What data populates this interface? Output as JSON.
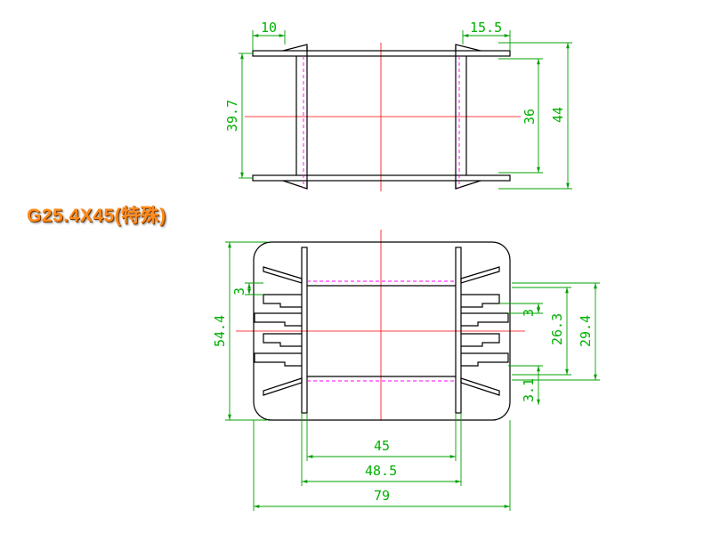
{
  "title": "G25.4X45(特殊)",
  "colors": {
    "outline": "#000000",
    "centerline": "#ff0000",
    "hidden_line": "#ff00ff",
    "dimension": "#00a000",
    "title": "#ff8a1a"
  },
  "top_view_dims": {
    "left_flange": "10",
    "right_flange": "15.5",
    "inner_height": "39.7",
    "window_height": "36",
    "overall_height": "44"
  },
  "bottom_view_dims": {
    "overall_height": "54.4",
    "pin_pitch": "3",
    "pin_pitch_right": "3",
    "window_height": "26.3",
    "outer_window_height": "29.4",
    "pin_offset": "3.1",
    "inner_width": "45",
    "window_width": "48.5",
    "overall_width": "79"
  }
}
